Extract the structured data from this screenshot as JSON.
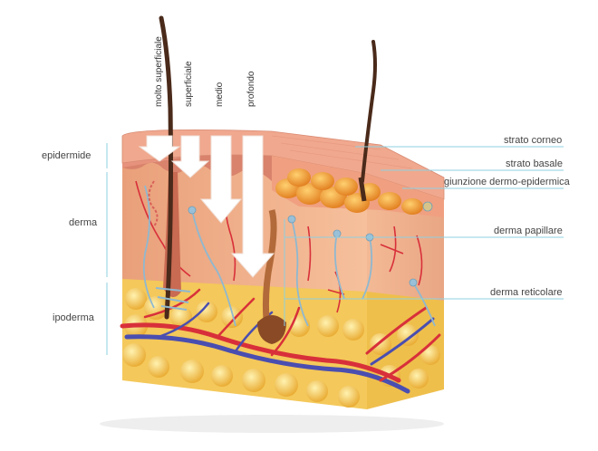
{
  "depth_labels": {
    "molto_superficiale": "molto superficiale",
    "superficiale": "superficiale",
    "medio": "medio",
    "profondo": "profondo"
  },
  "left_labels": {
    "epidermide": "epidermide",
    "derma": "derma",
    "ipoderma": "ipoderma"
  },
  "right_labels": {
    "strato_corneo": "strato corneo",
    "strato_basale": "strato basale",
    "giunzione": "giunzione dermo-epidermica",
    "derma_papillare": "derma papillare",
    "derma_reticolare": "derma reticolare"
  },
  "colors": {
    "leader_line": "#8fd0e0",
    "dermis": "#f2b48c",
    "epidermis": "#e89a7e",
    "hypodermis_fat": "#f6c84c",
    "artery": "#d8303a",
    "vein": "#4a4eb0",
    "nerve": "#8fb8d0",
    "hair": "#4a2a1a",
    "arrow_fill": "#ffffff"
  }
}
